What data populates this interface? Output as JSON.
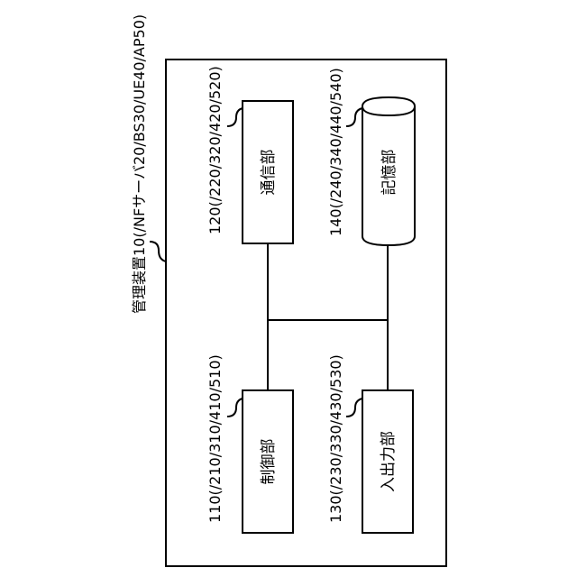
{
  "device": {
    "label": "管理装置10(/NFサーバ20/BS30/UE40/AP50)"
  },
  "units": {
    "communication": {
      "name": "通信部",
      "ref": "120(/220/320/420/520)"
    },
    "storage": {
      "name": "記憶部",
      "ref": "140(/240/340/440/540)"
    },
    "control": {
      "name": "制御部",
      "ref": "110(/210/310/410/510)"
    },
    "io": {
      "name": "入出力部",
      "ref": "130(/230/330/430/530)"
    }
  }
}
